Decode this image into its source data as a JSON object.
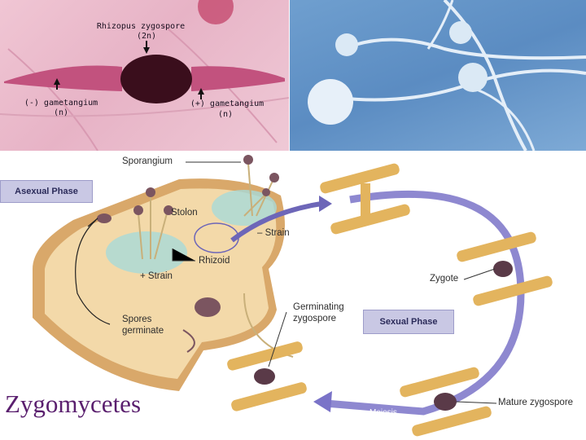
{
  "micro_left": {
    "zygospore_label": "Rhizopus zygospore",
    "zygospore_ploidy": "(2n)",
    "left_gametangium": "(-) gametangium",
    "left_ploidy": "(n)",
    "right_gametangium": "(+) gametangium",
    "right_ploidy": "(n)"
  },
  "diagram": {
    "asexual_phase": "Asexual Phase",
    "sexual_phase": "Sexual Phase",
    "sporangium": "Sporangium",
    "stolon": "Stolon",
    "minus_strain": "– Strain",
    "rhizoid": "Rhizoid",
    "plus_strain": "+ Strain",
    "spores_germinate_line1": "Spores",
    "spores_germinate_line2": "germinate",
    "germinating_line1": "Germinating",
    "germinating_line2": "zygospore",
    "zygote": "Zygote",
    "meiosis": "Meiosis",
    "mature_zygospore": "Mature zygospore"
  },
  "title": "Zygomycetes",
  "colors": {
    "title": "#5a1f6e",
    "phase_box": "#c9c8e4",
    "cycle_arrow": "#7a73c8",
    "hyphae": "#e3b45e",
    "zygospore": "#5a3a48"
  }
}
